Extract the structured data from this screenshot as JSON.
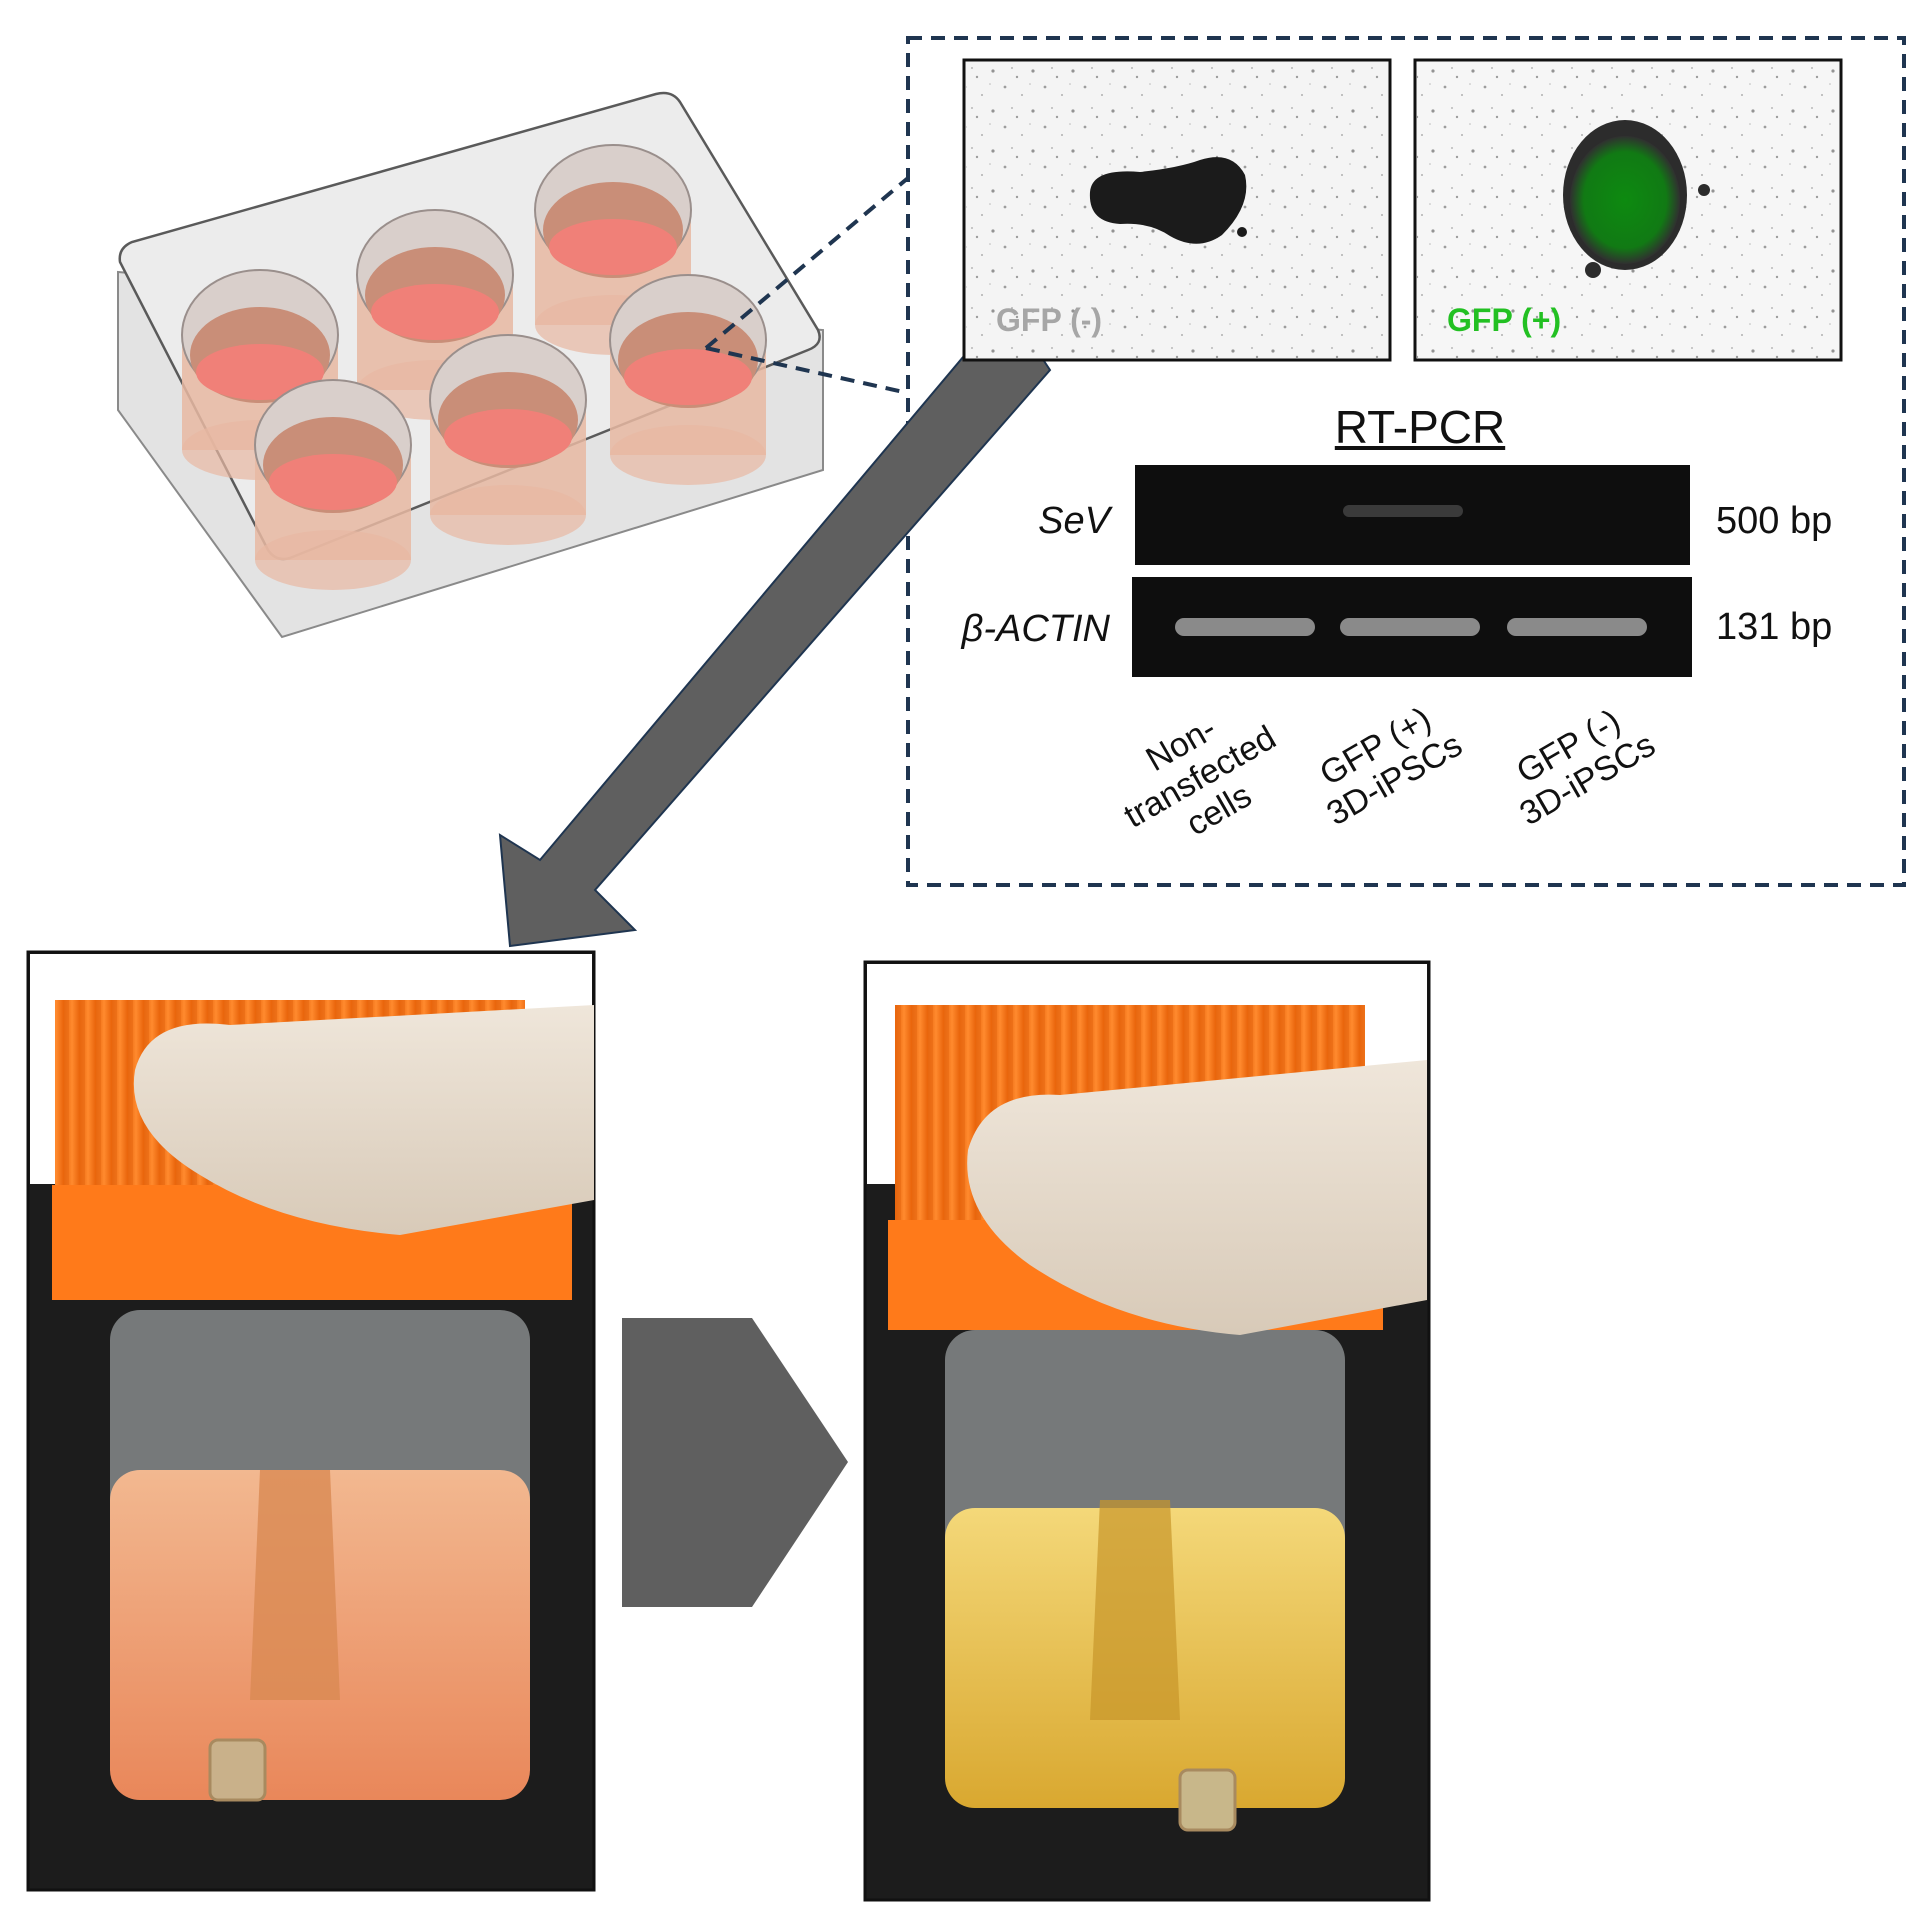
{
  "micrographs": {
    "left_label": "GFP (-)",
    "right_label": "GFP (+)",
    "left_label_color": "#a6a6a6",
    "right_label_color": "#22c022"
  },
  "rtpcr": {
    "title": "RT-PCR",
    "genes": [
      "SeV",
      "β-ACTIN"
    ],
    "sizes": [
      "500 bp",
      "131 bp"
    ],
    "lanes": [
      [
        "Non-",
        "transfected",
        "cells"
      ],
      [
        "GFP (+)",
        "3D-iPSCs"
      ],
      [
        "GFP (-)",
        "3D-iPSCs"
      ]
    ]
  },
  "colors": {
    "dashed_box": "#1f3550",
    "arrow": "#5f5f5f",
    "cap_orange": "#ff7a1a",
    "medium_pink": "#f0a080",
    "medium_yellow": "#e7c14a",
    "well_pink": "#f08078"
  }
}
